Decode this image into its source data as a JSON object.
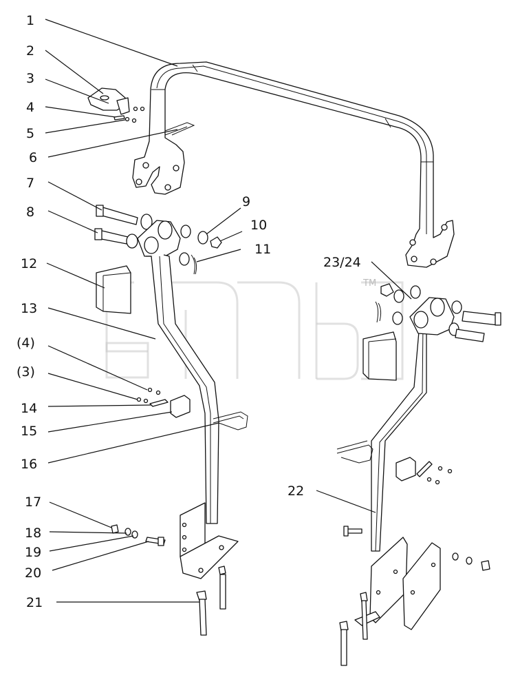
{
  "diagram": {
    "callouts": [
      {
        "id": "1",
        "label": "1"
      },
      {
        "id": "2",
        "label": "2"
      },
      {
        "id": "3",
        "label": "3"
      },
      {
        "id": "4",
        "label": "4"
      },
      {
        "id": "5",
        "label": "5"
      },
      {
        "id": "6",
        "label": "6"
      },
      {
        "id": "7",
        "label": "7"
      },
      {
        "id": "8",
        "label": "8"
      },
      {
        "id": "9",
        "label": "9"
      },
      {
        "id": "10",
        "label": "10"
      },
      {
        "id": "11",
        "label": "11"
      },
      {
        "id": "12",
        "label": "12"
      },
      {
        "id": "13",
        "label": "13"
      },
      {
        "id": "p4",
        "label": "(4)"
      },
      {
        "id": "p3",
        "label": "(3)"
      },
      {
        "id": "14",
        "label": "14"
      },
      {
        "id": "15",
        "label": "15"
      },
      {
        "id": "16",
        "label": "16"
      },
      {
        "id": "17",
        "label": "17"
      },
      {
        "id": "18",
        "label": "18"
      },
      {
        "id": "19",
        "label": "19"
      },
      {
        "id": "20",
        "label": "20"
      },
      {
        "id": "21",
        "label": "21"
      },
      {
        "id": "22",
        "label": "22"
      },
      {
        "id": "23_24",
        "label": "23/24"
      }
    ],
    "watermark": {
      "trademark": "TM"
    },
    "colors": {
      "line": "#111111",
      "background": "#ffffff",
      "watermark": "#c9c9c9"
    }
  }
}
